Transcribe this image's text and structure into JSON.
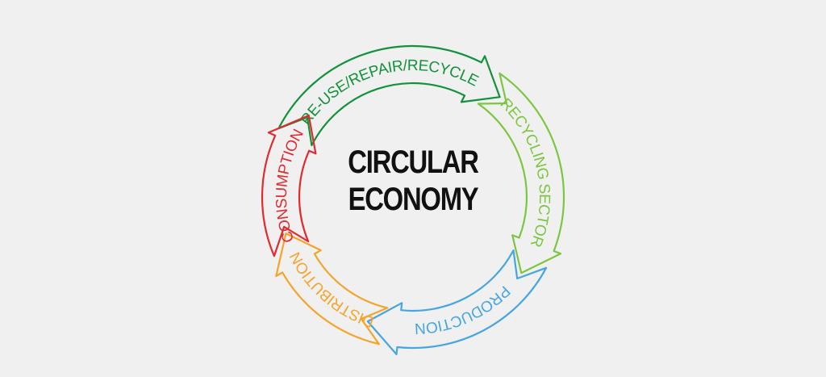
{
  "title": {
    "line1": "CIRCULAR",
    "line2": "ECONOMY"
  },
  "cycle": [
    {
      "label": "RE-USE/REPAIR/RECYCLE",
      "color": "#13913b"
    },
    {
      "label": "RECYCLING SECTOR",
      "color": "#7cc641"
    },
    {
      "label": "PRODUCTION",
      "color": "#46a6e1"
    },
    {
      "label": "DISTRIBUTION",
      "color": "#f5a42a"
    },
    {
      "label": "CONSUMPTION",
      "color": "#e02a30"
    }
  ],
  "colors": {
    "background": "#f0f0f0",
    "title": "#111111"
  }
}
